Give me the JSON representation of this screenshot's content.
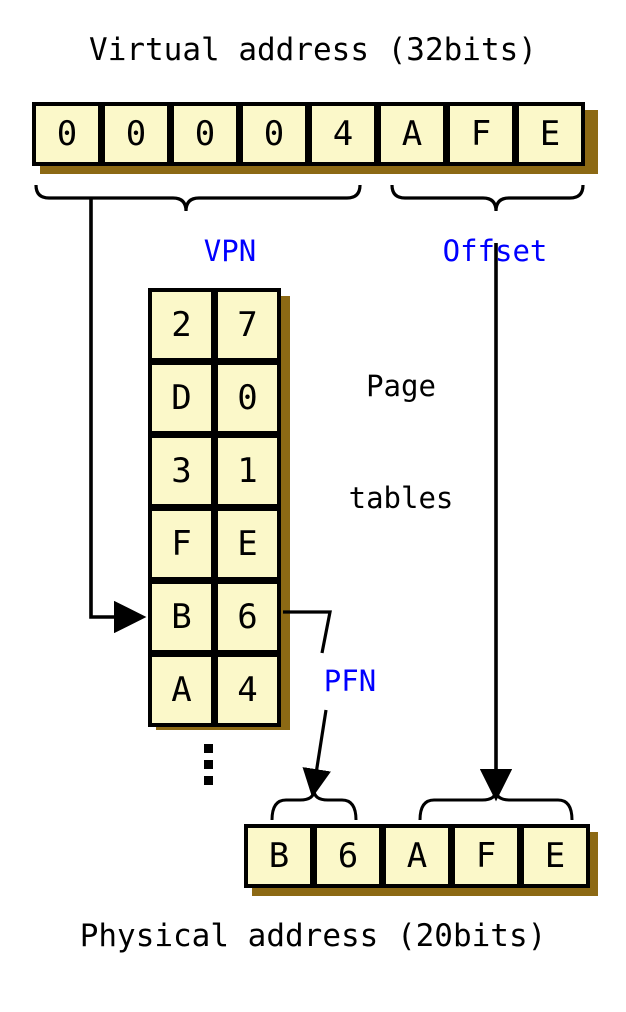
{
  "diagram": {
    "title_top": "Virtual address (32bits)",
    "title_bottom": "Physical address (20bits)",
    "virtual_address": {
      "digits": [
        "0",
        "0",
        "0",
        "0",
        "4",
        "A",
        "F",
        "E"
      ],
      "bits": "32bits"
    },
    "physical_address": {
      "digits": [
        "B",
        "6",
        "A",
        "F",
        "E"
      ],
      "bits": "20bits"
    },
    "labels": {
      "vpn": "VPN",
      "offset": "Offset",
      "pfn": "PFN",
      "page_tables_line1": "Page",
      "page_tables_line2": "tables"
    },
    "page_table": {
      "rows": [
        [
          "2",
          "7"
        ],
        [
          "D",
          "0"
        ],
        [
          "3",
          "1"
        ],
        [
          "F",
          "E"
        ],
        [
          "B",
          "6"
        ],
        [
          "A",
          "4"
        ]
      ],
      "highlighted_row_index": 4,
      "continuation": "vertical-ellipsis"
    },
    "colors": {
      "cell_fill": "#fbf8c9",
      "cell_border": "#000000",
      "shadow": "#8c6914",
      "label_accent": "#0000ff",
      "text": "#000000",
      "background": "#ffffff"
    }
  }
}
